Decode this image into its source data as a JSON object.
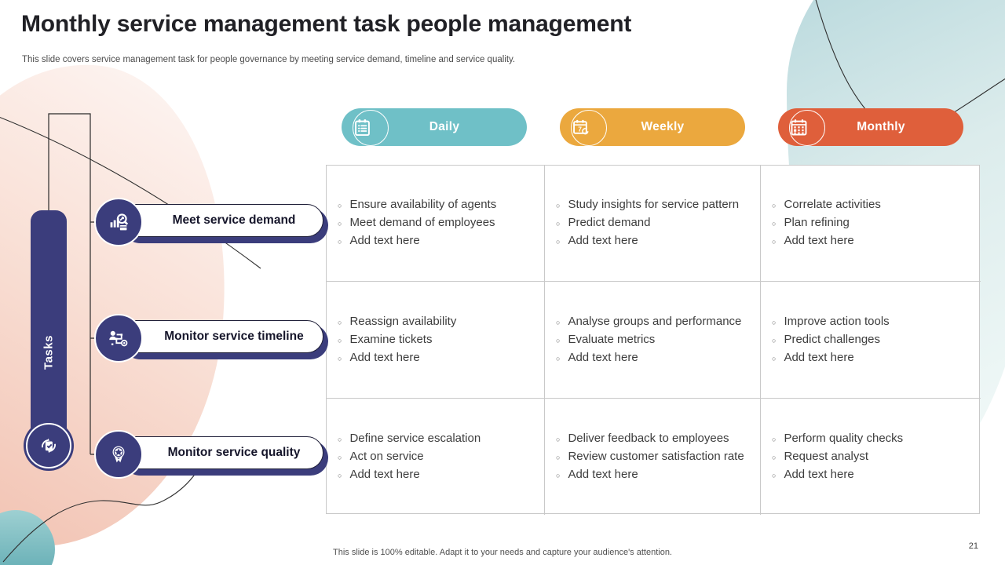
{
  "slide": {
    "title": "Monthly service management task people management",
    "subtitle": "This slide covers service management task for people governance by meeting service demand, timeline and service quality.",
    "footer_note": "This slide is 100% editable. Adapt it to your needs and capture your audience's attention.",
    "page_number": "21",
    "tasks_axis_label": "Tasks"
  },
  "colors": {
    "daily_teal": "#6FC0C7",
    "weekly_amber": "#EBA83E",
    "monthly_orange": "#DF5F3B",
    "indigo": "#3B3D7C"
  },
  "columns": [
    {
      "label": "Daily",
      "icon": "clipboard-list-icon"
    },
    {
      "label": "Weekly",
      "icon": "calendar-week-7-icon"
    },
    {
      "label": "Monthly",
      "icon": "calendar-grid-icon"
    }
  ],
  "rows": [
    {
      "label": "Meet service demand",
      "icon": "search-trend-icon"
    },
    {
      "label": "Monitor service timeline",
      "icon": "person-flowchart-icon"
    },
    {
      "label": "Monitor service quality",
      "icon": "award-ribbon-icon"
    }
  ],
  "badges": {
    "tasks_badge_icon": "sync-checklist-icon",
    "bullet_icon": "open-circle-bullet"
  },
  "cells": [
    [
      [
        "Ensure availability of agents",
        "Meet demand of employees",
        "Add text here"
      ],
      [
        "Study insights for service pattern",
        "Predict demand",
        "Add text here"
      ],
      [
        "Correlate activities",
        "Plan refining",
        "Add text here"
      ]
    ],
    [
      [
        "Reassign availability",
        "Examine tickets",
        "Add text here"
      ],
      [
        "Analyse groups and performance",
        "Evaluate metrics",
        "Add text here"
      ],
      [
        "Improve action tools",
        "Predict challenges",
        "Add text here"
      ]
    ],
    [
      [
        "Define service escalation",
        "Act on service",
        "Add text here"
      ],
      [
        "Deliver feedback to employees",
        "Review customer satisfaction rate",
        "Add text here"
      ],
      [
        "Perform quality checks",
        "Request analyst",
        "Add text here"
      ]
    ]
  ]
}
